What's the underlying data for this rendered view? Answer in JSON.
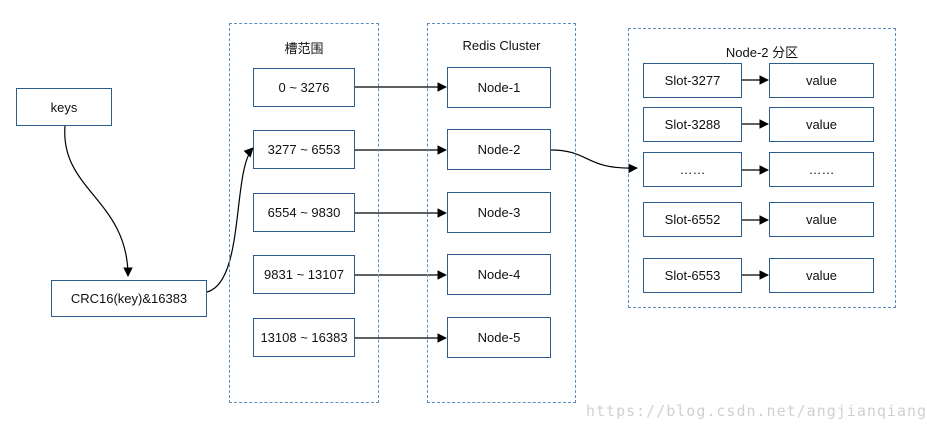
{
  "keys_label": "keys",
  "hash_label": "CRC16(key)&16383",
  "slot_range_group": {
    "title": "槽范围",
    "ranges": [
      "0 ~ 3276",
      "3277 ~ 6553",
      "6554 ~ 9830",
      "9831 ~ 13107",
      "13108 ~ 16383"
    ]
  },
  "cluster_group": {
    "title": "Redis Cluster",
    "nodes": [
      "Node-1",
      "Node-2",
      "Node-3",
      "Node-4",
      "Node-5"
    ]
  },
  "partition_group": {
    "title": "Node-2  分区",
    "rows": [
      {
        "slot": "Slot-3277",
        "value": "value"
      },
      {
        "slot": "Slot-3288",
        "value": "value"
      },
      {
        "slot": "……",
        "value": "……"
      },
      {
        "slot": "Slot-6552",
        "value": "value"
      },
      {
        "slot": "Slot-6553",
        "value": "value"
      }
    ]
  },
  "watermark": "https://blog.csdn.net/angjianqiang",
  "colors": {
    "box_border": "#2d5d8a",
    "group_border": "#5b8fc4",
    "arrow": "#000000"
  }
}
